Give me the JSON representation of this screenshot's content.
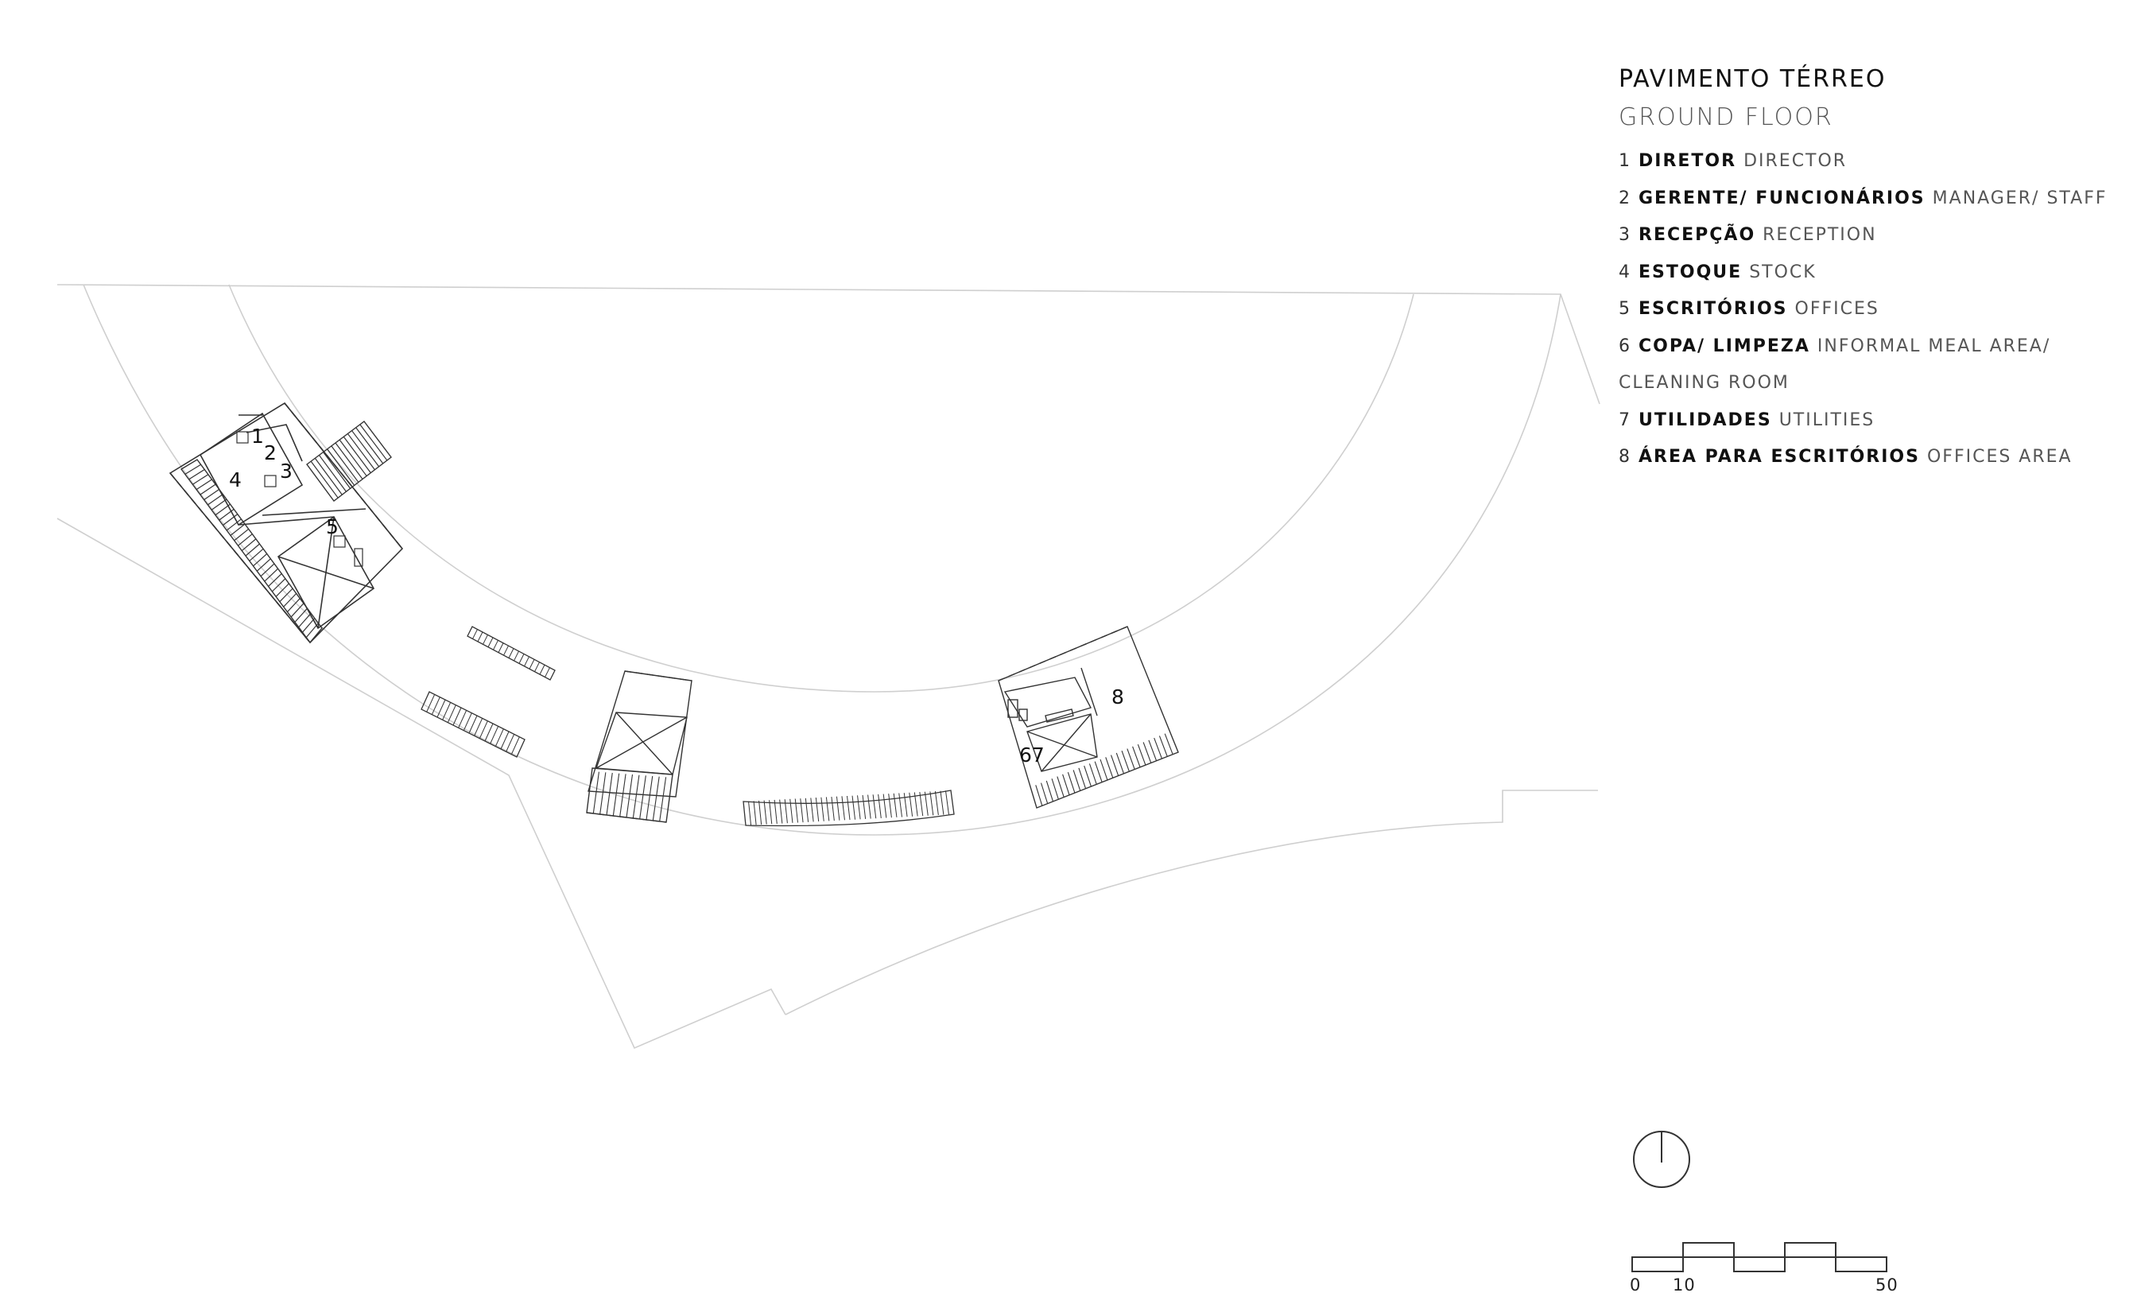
{
  "legend": {
    "title": "PAVIMENTO TÉRREO",
    "subtitle": "GROUND FLOOR",
    "items": [
      {
        "num": "1",
        "pt": "DIRETOR",
        "en": "DIRECTOR"
      },
      {
        "num": "2",
        "pt": "GERENTE/ FUNCIONÁRIOS",
        "en": "MANAGER/ STAFF"
      },
      {
        "num": "3",
        "pt": "RECEPÇÃO",
        "en": "RECEPTION"
      },
      {
        "num": "4",
        "pt": "ESTOQUE",
        "en": "STOCK"
      },
      {
        "num": "5",
        "pt": "ESCRITÓRIOS",
        "en": "OFFICES"
      },
      {
        "num": "6",
        "pt": "COPA/ LIMPEZA",
        "en": "INFORMAL MEAL AREA/"
      },
      {
        "num": "",
        "pt": "",
        "en": "CLEANING ROOM"
      },
      {
        "num": "7",
        "pt": "UTILIDADES",
        "en": "UTILITIES"
      },
      {
        "num": "8",
        "pt": "ÁREA PARA ESCRITÓRIOS",
        "en": "OFFICES AREA"
      }
    ]
  },
  "room_labels": {
    "r1": "1",
    "r2": "2",
    "r3": "3",
    "r4": "4",
    "r5": "5",
    "r67": "67",
    "r8": "8"
  },
  "scale_bar": {
    "labels": [
      "0",
      "10",
      "50"
    ]
  },
  "north_arrow": {
    "icon": "north-arrow-icon"
  },
  "colors": {
    "line_light": "#cfcfcf",
    "line_dark": "#333333",
    "text": "#111111"
  }
}
